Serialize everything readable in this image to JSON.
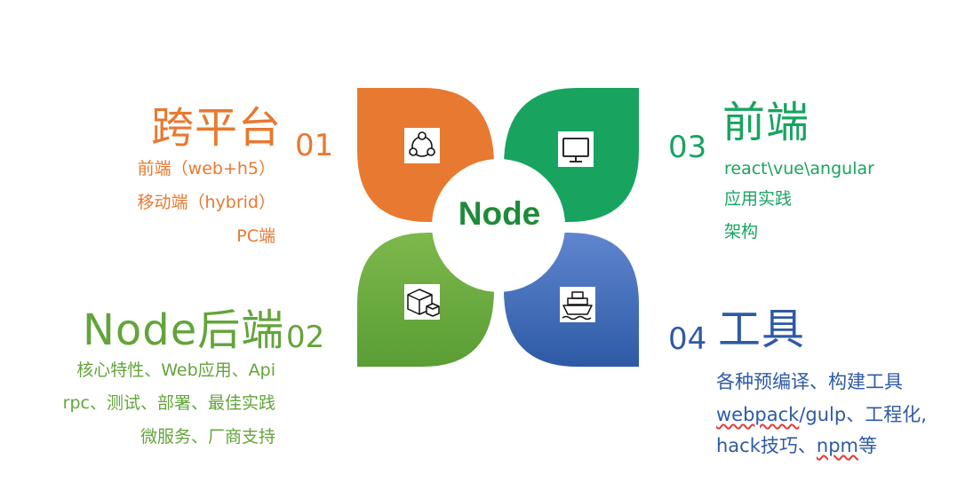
{
  "center": {
    "label": "Node"
  },
  "colors": {
    "orange": "#E87930",
    "green": "#18A45F",
    "lime": "#63A43A",
    "blue": "#2E5AA5"
  },
  "quadrants": [
    {
      "number": "01",
      "title": "跨平台",
      "icon": "share-network-icon",
      "color": "orange",
      "lines": [
        "前端（web+h5）",
        "移动端（hybrid）",
        "PC端"
      ]
    },
    {
      "number": "02",
      "title": "Node后端",
      "icon": "package-boxes-icon",
      "color": "lime",
      "lines": [
        "核心特性、Web应用、Api",
        "rpc、测试、部署、最佳实践",
        "微服务、厂商支持"
      ]
    },
    {
      "number": "03",
      "title": "前端",
      "icon": "monitor-icon",
      "color": "green",
      "lines": [
        "react\\vue\\angular",
        "应用实践",
        "架构"
      ]
    },
    {
      "number": "04",
      "title": "工具",
      "icon": "ship-icon",
      "color": "blue",
      "lines": [
        "各种预编译、构建工具",
        "webpack/gulp、工程化,",
        "hack技巧、npm等"
      ]
    }
  ],
  "spellcheck_words": {
    "q4_line2_word": "webpack",
    "q4_line2_rest": "/gulp、工程化,",
    "q4_line3_pre": "hack技巧、",
    "q4_line3_word": "npm",
    "q4_line3_rest": "等"
  }
}
